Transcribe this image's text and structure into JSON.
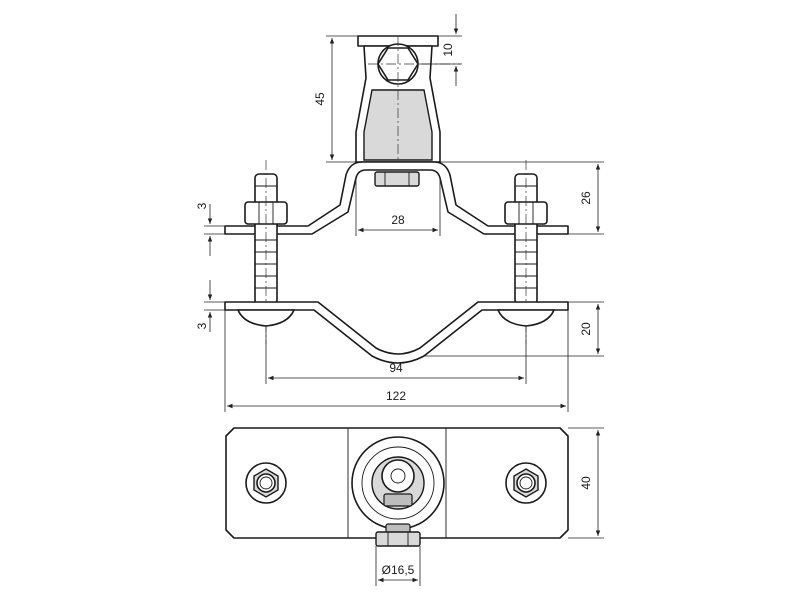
{
  "dimensions": {
    "head_height": "45",
    "head_top": "10",
    "saddle_width": "28",
    "bracket_height": "26",
    "plate_top_thickness": "3",
    "plate_bottom_thickness": "3",
    "lower_bracket_height": "20",
    "bolt_spacing": "94",
    "overall_length": "122",
    "width": "40",
    "diameter": "Ø16,5"
  }
}
